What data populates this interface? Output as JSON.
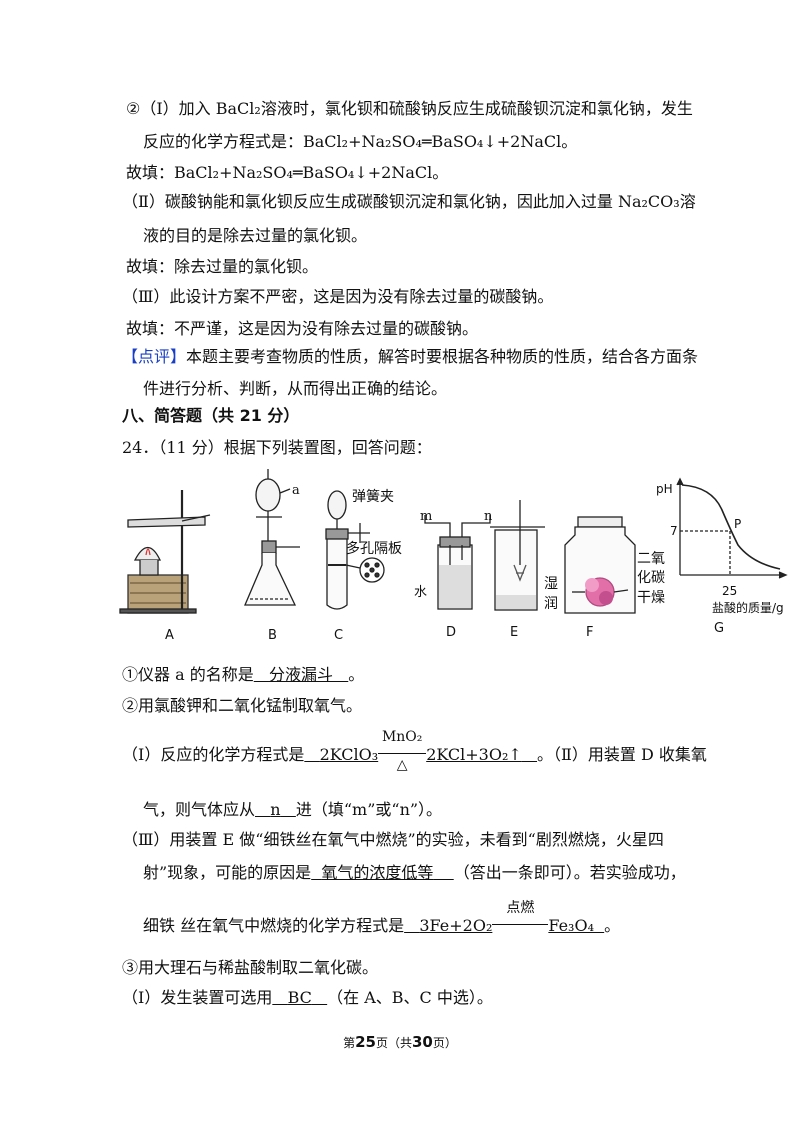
{
  "lines": [
    "②（Ⅰ）加入 BaCl₂溶液时，氯化钡和硫酸钠反应生成硫酸钡沉淀和氯化钠，发生",
    "反应的化学方程式是：BaCl₂+Na₂SO₄═BaSO₄↓+2NaCl。",
    "故填：BaCl₂+Na₂SO₄═BaSO₄↓+2NaCl。",
    "（Ⅱ）碳酸钠能和氯化钡反应生成碳酸钡沉淀和氯化钠，因此加入过量 Na₂CO₃溶",
    "液的目的是除去过量的氯化钡。",
    "故填：除去过量的氯化钡。",
    "（Ⅲ）此设计方案不严密，这是因为没有除去过量的碳酸钠。",
    "故填：不严谨，这是因为没有除去过量的碳酸钠。"
  ],
  "comment": {
    "tag": "【点评】",
    "text1": "本题主要考查物质的性质，解答时要根据各种物质的性质，结合各方面条",
    "text2": "件进行分析、判断，从而得出正确的结论。"
  },
  "section_title": "八、简答题（共 21 分）",
  "question": "24．（11 分）根据下列装置图，回答问题：",
  "figure": {
    "labels": [
      "A",
      "B",
      "C",
      "D",
      "E",
      "F",
      "G"
    ],
    "a_label": "a",
    "spring_clip": "弹簧夹",
    "porous_plate": "多孔隔板",
    "m": "m",
    "n": "n",
    "water": "水",
    "wet": [
      "湿",
      "润"
    ],
    "dry": [
      "二氧",
      "化碳",
      "干燥"
    ],
    "graph": {
      "ylabel": "pH",
      "seven": "7",
      "p": "P",
      "x25": "25",
      "xlabel": "盐酸的质量/g"
    }
  },
  "q1": {
    "pre": "①仪器 a 的名称是",
    "ans": "分液漏斗",
    "post": "。"
  },
  "q2": "②用氯酸钾和二氧化锰制取氧气。",
  "q2i": {
    "pre": "（Ⅰ）反应的化学方程式是",
    "lhs": "2KClO₃",
    "cond_top": "MnO₂",
    "cond_bot": "△",
    "rhs": "2KCl+3O₂↑",
    "post": "。（Ⅱ）用装置 D 收集氧"
  },
  "q2ii": {
    "pre": "气，则气体应从",
    "ans": "n",
    "post": "进（填“m”或“n”）。"
  },
  "q2iii_1": "（Ⅲ）用装置 E 做“细铁丝在氧气中燃烧”的实验，未看到“剧烈燃烧，火星四",
  "q2iii_2": {
    "pre": "射”现象，可能的原因是",
    "ans": "氧气的浓度低等",
    "post": "（答出一条即可）。若实验成功，"
  },
  "q2iii_3": {
    "pre": "细铁 丝在氧气中燃烧的化学方程式是",
    "lhs": "3Fe+2O₂",
    "cond_top": "点燃",
    "rhs": "Fe₃O₄",
    "post": "。"
  },
  "q3": "③用大理石与稀盐酸制取二氧化碳。",
  "q3i": {
    "pre": "（Ⅰ）发生装置可选用",
    "ans": "BC",
    "post": "（在 A、B、C 中选）。"
  },
  "footer": {
    "pre": "第",
    "page": "25",
    "mid": "页（共",
    "total": "30",
    "post": "页）"
  }
}
